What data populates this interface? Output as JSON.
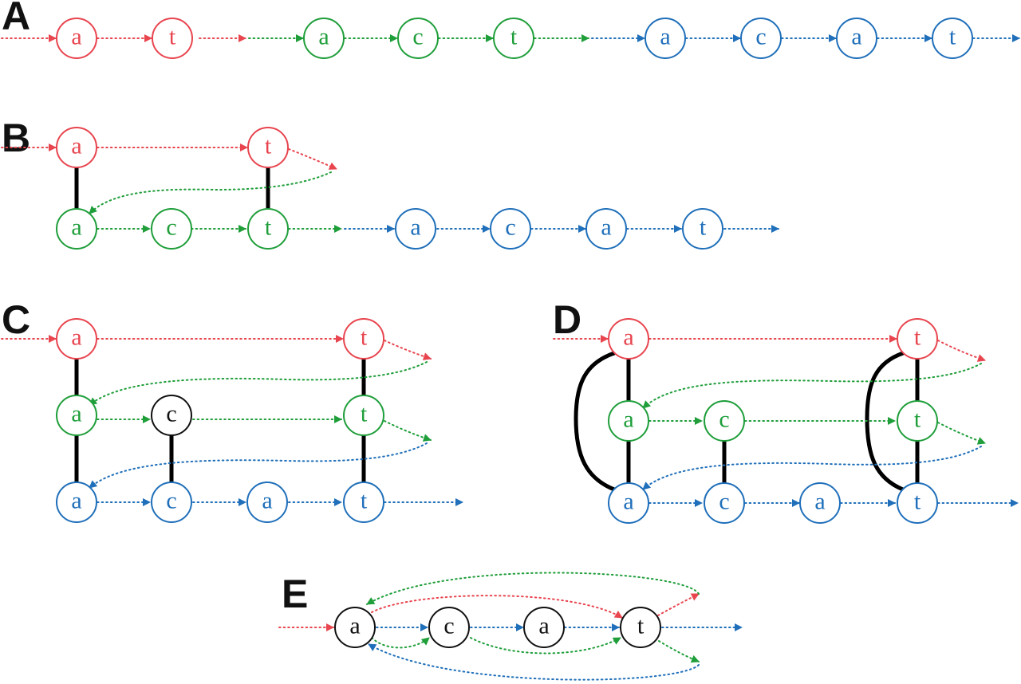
{
  "colors": {
    "red": "#e8454f",
    "green": "#1f9e3a",
    "blue": "#1f6fba",
    "black": "#111111",
    "bond": "#000000"
  },
  "panels": [
    {
      "id": "A",
      "label": "A"
    },
    {
      "id": "B",
      "label": "B"
    },
    {
      "id": "C",
      "label": "C"
    },
    {
      "id": "D",
      "label": "D"
    },
    {
      "id": "E",
      "label": "E"
    }
  ],
  "nodes": [
    {
      "id": "A1",
      "panel": "A",
      "letter": "a",
      "color": "red"
    },
    {
      "id": "A2",
      "panel": "A",
      "letter": "t",
      "color": "red"
    },
    {
      "id": "A3",
      "panel": "A",
      "letter": "a",
      "color": "green"
    },
    {
      "id": "A4",
      "panel": "A",
      "letter": "c",
      "color": "green"
    },
    {
      "id": "A5",
      "panel": "A",
      "letter": "t",
      "color": "green"
    },
    {
      "id": "A6",
      "panel": "A",
      "letter": "a",
      "color": "blue"
    },
    {
      "id": "A7",
      "panel": "A",
      "letter": "c",
      "color": "blue"
    },
    {
      "id": "A8",
      "panel": "A",
      "letter": "a",
      "color": "blue"
    },
    {
      "id": "A9",
      "panel": "A",
      "letter": "t",
      "color": "blue"
    },
    {
      "id": "B1",
      "panel": "B",
      "letter": "a",
      "color": "red"
    },
    {
      "id": "B2",
      "panel": "B",
      "letter": "t",
      "color": "red"
    },
    {
      "id": "B3",
      "panel": "B",
      "letter": "a",
      "color": "green"
    },
    {
      "id": "B4",
      "panel": "B",
      "letter": "c",
      "color": "green"
    },
    {
      "id": "B5",
      "panel": "B",
      "letter": "t",
      "color": "green"
    },
    {
      "id": "B6",
      "panel": "B",
      "letter": "a",
      "color": "blue"
    },
    {
      "id": "B7",
      "panel": "B",
      "letter": "c",
      "color": "blue"
    },
    {
      "id": "B8",
      "panel": "B",
      "letter": "a",
      "color": "blue"
    },
    {
      "id": "B9",
      "panel": "B",
      "letter": "t",
      "color": "blue"
    },
    {
      "id": "C1",
      "panel": "C",
      "letter": "a",
      "color": "red"
    },
    {
      "id": "C2",
      "panel": "C",
      "letter": "t",
      "color": "red"
    },
    {
      "id": "C3",
      "panel": "C",
      "letter": "a",
      "color": "green"
    },
    {
      "id": "C4",
      "panel": "C",
      "letter": "c",
      "color": "black"
    },
    {
      "id": "C5",
      "panel": "C",
      "letter": "t",
      "color": "green"
    },
    {
      "id": "C6",
      "panel": "C",
      "letter": "a",
      "color": "blue"
    },
    {
      "id": "C7",
      "panel": "C",
      "letter": "c",
      "color": "blue"
    },
    {
      "id": "C8",
      "panel": "C",
      "letter": "a",
      "color": "blue"
    },
    {
      "id": "C9",
      "panel": "C",
      "letter": "t",
      "color": "blue"
    },
    {
      "id": "D1",
      "panel": "D",
      "letter": "a",
      "color": "red"
    },
    {
      "id": "D2",
      "panel": "D",
      "letter": "t",
      "color": "red"
    },
    {
      "id": "D3",
      "panel": "D",
      "letter": "a",
      "color": "green"
    },
    {
      "id": "D4",
      "panel": "D",
      "letter": "c",
      "color": "green"
    },
    {
      "id": "D5",
      "panel": "D",
      "letter": "t",
      "color": "green"
    },
    {
      "id": "D6",
      "panel": "D",
      "letter": "a",
      "color": "blue"
    },
    {
      "id": "D7",
      "panel": "D",
      "letter": "c",
      "color": "blue"
    },
    {
      "id": "D8",
      "panel": "D",
      "letter": "a",
      "color": "blue"
    },
    {
      "id": "D9",
      "panel": "D",
      "letter": "t",
      "color": "blue"
    },
    {
      "id": "E1",
      "panel": "E",
      "letter": "a",
      "color": "black"
    },
    {
      "id": "E2",
      "panel": "E",
      "letter": "c",
      "color": "black"
    },
    {
      "id": "E3",
      "panel": "E",
      "letter": "a",
      "color": "black"
    },
    {
      "id": "E4",
      "panel": "E",
      "letter": "t",
      "color": "black"
    }
  ]
}
